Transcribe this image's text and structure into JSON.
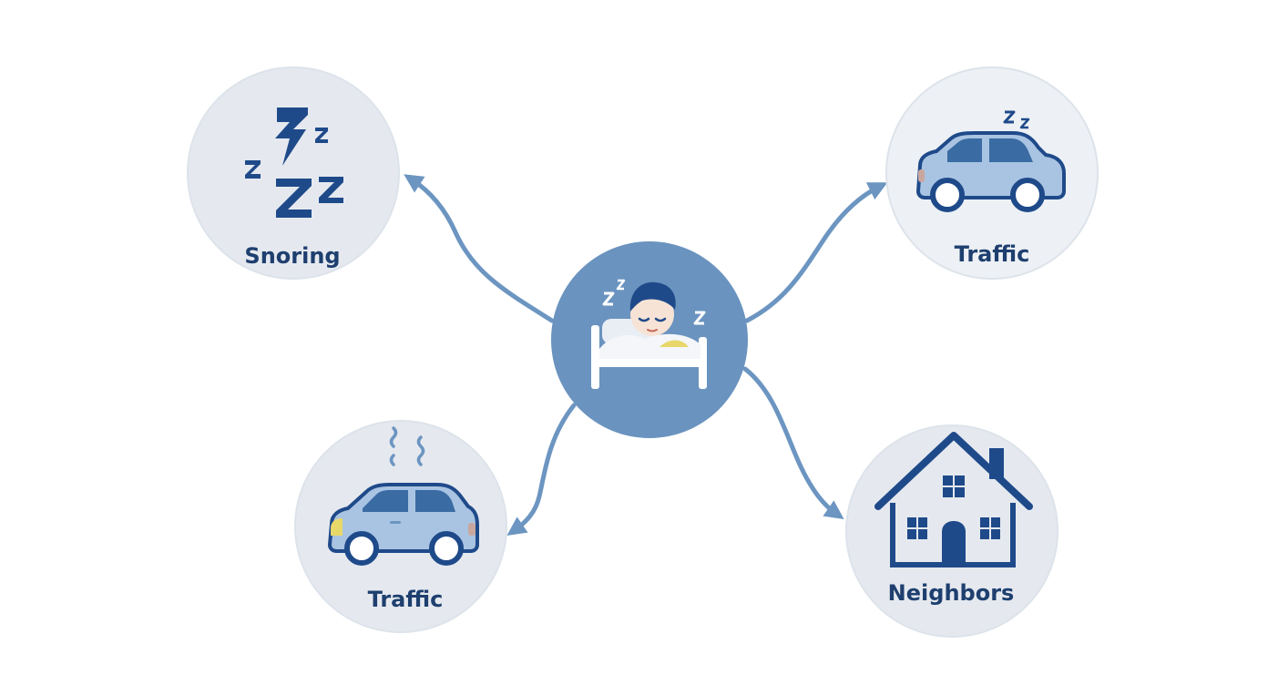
{
  "colors": {
    "background": "#ffffff",
    "outer_circle": "#e5e9ef",
    "outer_circle_edge": "#dde3ea",
    "center_circle": "#6a93bf",
    "arrow": "#6c95c1",
    "icon_dark": "#1f4a8a",
    "label": "#1e3f6f",
    "car_body": "#a9c4e2",
    "car_window": "#3a6ba3",
    "car_accent": "#e8d86a",
    "bed_white": "#ffffff"
  },
  "center": {
    "icon": "sleeping-person-in-bed-icon"
  },
  "nodes": [
    {
      "id": "snoring",
      "label": "Snoring",
      "icon": "zzz-icon"
    },
    {
      "id": "traffic-top",
      "label": "Traffic",
      "icon": "car-with-zz-icon"
    },
    {
      "id": "traffic-bottom",
      "label": "Traffic",
      "icon": "car-with-fumes-icon"
    },
    {
      "id": "neighbors",
      "label": "Neighbors",
      "icon": "house-icon"
    }
  ]
}
